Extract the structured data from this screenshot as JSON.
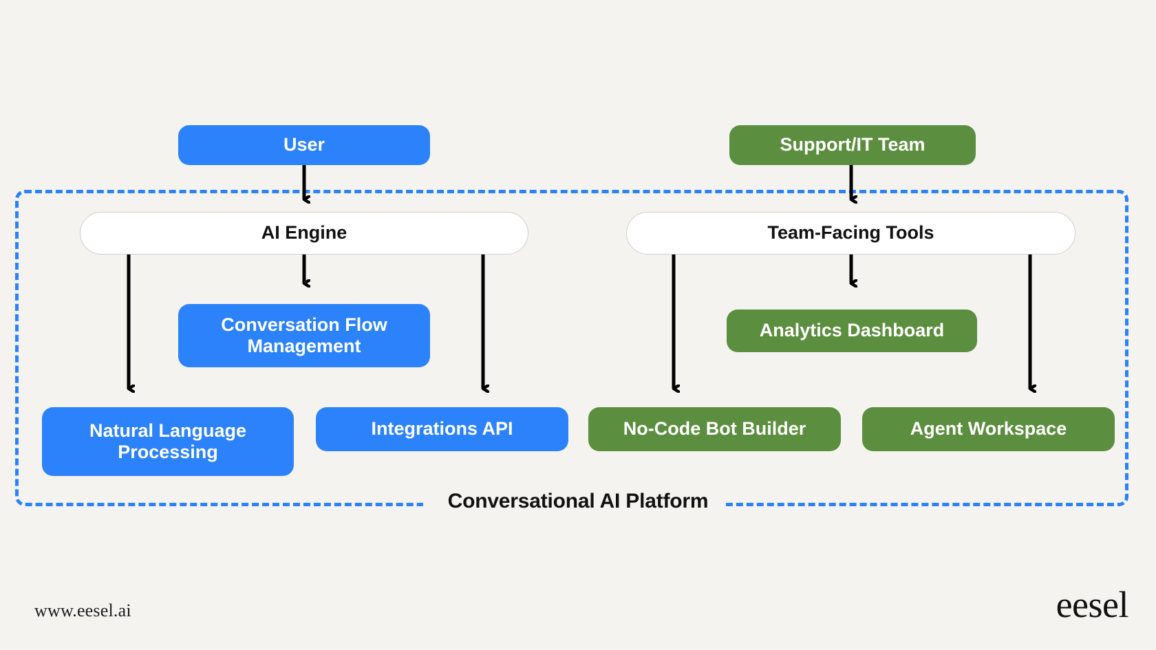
{
  "diagram": {
    "title": "Conversational AI Platform",
    "colors": {
      "background": "#f4f3f0",
      "blue": "#2b82fb",
      "green": "#5b8e3e",
      "white_box": "#ffffff",
      "white_box_border": "#cfcfcb",
      "arrow": "#000000",
      "dashed_border": "#2b82fb",
      "text_on_color": "#ffffff",
      "text_dark": "#111111"
    },
    "container": {
      "label": "Conversational AI Platform",
      "border_style": "dashed",
      "border_color": "#2b82fb"
    },
    "nodes": [
      {
        "id": "user",
        "label": "User",
        "color": "blue",
        "group": "external-left"
      },
      {
        "id": "support_it_team",
        "label": "Support/IT Team",
        "color": "green",
        "group": "external-right"
      },
      {
        "id": "ai_engine",
        "label": "AI Engine",
        "color": "white",
        "group": "platform-left"
      },
      {
        "id": "team_tools",
        "label": "Team-Facing Tools",
        "color": "white",
        "group": "platform-right"
      },
      {
        "id": "conv_flow",
        "label": "Conversation Flow Management",
        "color": "blue",
        "group": "platform-left"
      },
      {
        "id": "analytics",
        "label": "Analytics Dashboard",
        "color": "green",
        "group": "platform-right"
      },
      {
        "id": "nlp",
        "label": "Natural Language Processing",
        "color": "blue",
        "group": "platform-left"
      },
      {
        "id": "integrations",
        "label": "Integrations API",
        "color": "blue",
        "group": "platform-left"
      },
      {
        "id": "bot_builder",
        "label": "No-Code Bot Builder",
        "color": "green",
        "group": "platform-right"
      },
      {
        "id": "agent_workspace",
        "label": "Agent Workspace",
        "color": "green",
        "group": "platform-right"
      }
    ],
    "edges": [
      {
        "from": "user",
        "to": "ai_engine",
        "arrow": true
      },
      {
        "from": "support_it_team",
        "to": "team_tools",
        "arrow": true
      },
      {
        "from": "ai_engine",
        "to": "conv_flow",
        "arrow": true
      },
      {
        "from": "ai_engine",
        "to": "nlp",
        "arrow": true
      },
      {
        "from": "ai_engine",
        "to": "integrations",
        "arrow": true
      },
      {
        "from": "team_tools",
        "to": "analytics",
        "arrow": true
      },
      {
        "from": "team_tools",
        "to": "bot_builder",
        "arrow": true
      },
      {
        "from": "team_tools",
        "to": "agent_workspace",
        "arrow": true
      }
    ]
  },
  "footer": {
    "url": "www.eesel.ai",
    "brand": "eesel"
  }
}
